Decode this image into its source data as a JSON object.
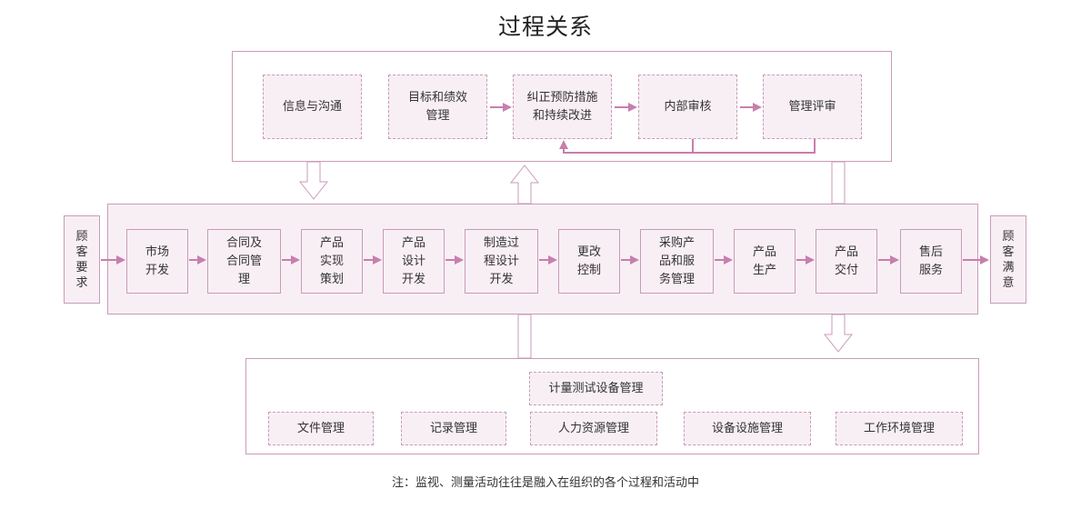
{
  "title": "过程关系",
  "top_group": {
    "items": [
      {
        "id": "t1",
        "text": "信息与沟通"
      },
      {
        "id": "t2",
        "text": "目标和绩效\n管理"
      },
      {
        "id": "t3",
        "text": "纠正预防措施\n和持续改进"
      },
      {
        "id": "t4",
        "text": "内部审核"
      },
      {
        "id": "t5",
        "text": "管理评审"
      }
    ]
  },
  "main_flow": {
    "input": "顾\n客\n要\n求",
    "output": "顾\n客\n满\n意",
    "steps": [
      {
        "id": "m1",
        "text": "市场\n开发"
      },
      {
        "id": "m2",
        "text": "合同及\n合同管\n理"
      },
      {
        "id": "m3",
        "text": "产品\n实现\n策划"
      },
      {
        "id": "m4",
        "text": "产品\n设计\n开发"
      },
      {
        "id": "m5",
        "text": "制造过\n程设计\n开发"
      },
      {
        "id": "m6",
        "text": "更改\n控制"
      },
      {
        "id": "m7",
        "text": "采购产\n品和服\n务管理"
      },
      {
        "id": "m8",
        "text": "产品\n生产"
      },
      {
        "id": "m9",
        "text": "产品\n交付"
      },
      {
        "id": "m10",
        "text": "售后\n服务"
      }
    ]
  },
  "support_group": {
    "items": [
      {
        "id": "s0",
        "text": "计量测试设备管理"
      },
      {
        "id": "s1",
        "text": "文件管理"
      },
      {
        "id": "s2",
        "text": "记录管理"
      },
      {
        "id": "s3",
        "text": "人力资源管理"
      },
      {
        "id": "s4",
        "text": "设备设施管理"
      },
      {
        "id": "s5",
        "text": "工作环境管理"
      }
    ]
  },
  "note": "注：监视、测量活动往往是融入在组织的各个过程和活动中",
  "colors": {
    "border": "#c99bb8",
    "fill": "#f8eff5",
    "arrow": "#c77fac"
  }
}
